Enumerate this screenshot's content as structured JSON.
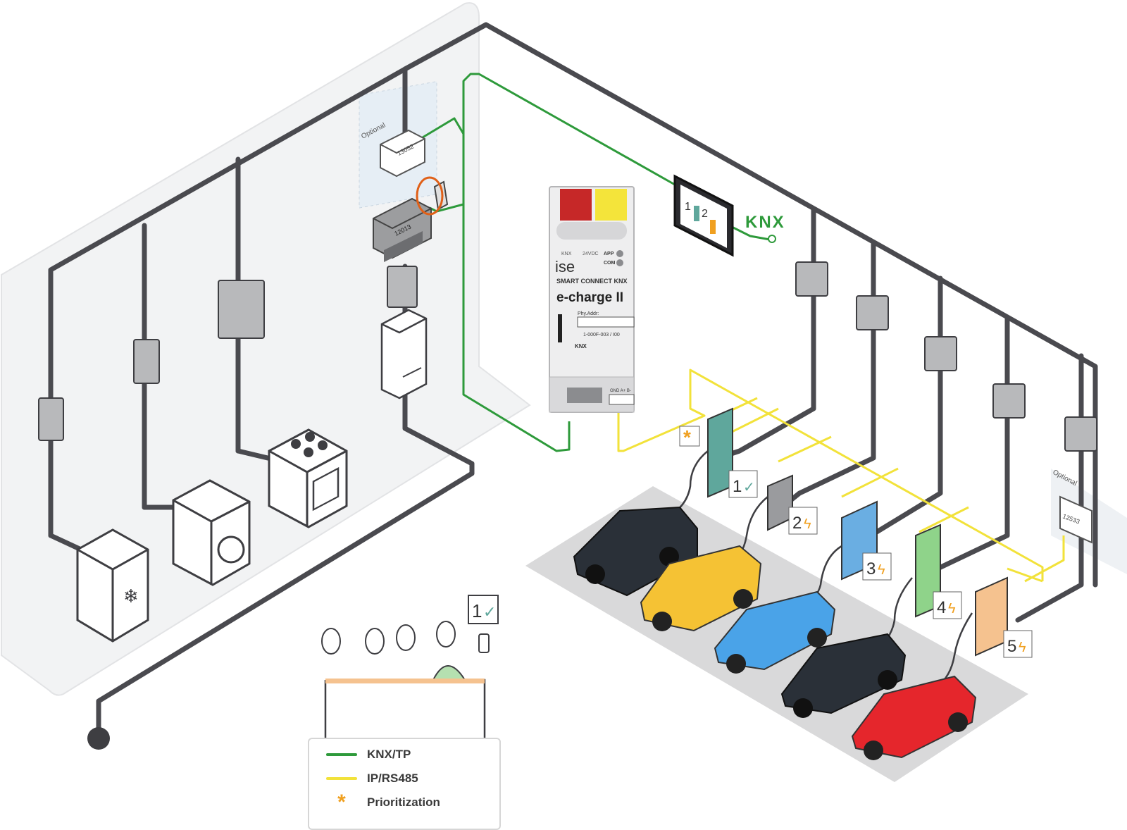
{
  "colors": {
    "knx_tp": "#2e9a3b",
    "ip_rs485": "#f2e23a",
    "power_line": "#4a4a4f",
    "prioritization": "#f0a020",
    "wall": "#f2f3f4"
  },
  "labels": {
    "optional_top": "Optional",
    "optional_right": "Optional",
    "meter_top_id": "13052",
    "meter_main_id": "12013",
    "meter_right_id": "12533",
    "knx_logo": "KNX"
  },
  "device": {
    "brand": "ise",
    "port_knx": "KNX",
    "port_24vdc": "24VDC",
    "led_app": "APP",
    "led_com": "COM",
    "product_line": "SMART CONNECT KNX",
    "product_name": "e-charge II",
    "phy_addr_label": "Phy.Addr:",
    "serial": "1-000F-003 / I00",
    "bottom_logo": "KNX",
    "terminal_labels": "GND A+  B-"
  },
  "panel_display": {
    "slot1": "1",
    "slot2": "2"
  },
  "stations": [
    {
      "number": "1",
      "color": "#5fa79c",
      "status": "check"
    },
    {
      "number": "2",
      "color": "#9a9b9e",
      "status": "bolt"
    },
    {
      "number": "3",
      "color": "#6aaee2",
      "status": "bolt"
    },
    {
      "number": "4",
      "color": "#8fd38a",
      "status": "bolt"
    },
    {
      "number": "5",
      "color": "#f5c28f",
      "status": "bolt"
    }
  ],
  "cars": [
    {
      "color": "#2a3038"
    },
    {
      "color": "#f5c234"
    },
    {
      "color": "#4aa3e8"
    },
    {
      "color": "#2a3038"
    },
    {
      "color": "#e5262c"
    }
  ],
  "phone_badge": "1",
  "legend": {
    "items": [
      {
        "label": "KNX/TP",
        "color": "#2e9a3b",
        "kind": "line"
      },
      {
        "label": "IP/RS485",
        "color": "#f2e23a",
        "kind": "line"
      },
      {
        "label": "Prioritization",
        "color": "#f0a020",
        "kind": "star"
      }
    ]
  }
}
